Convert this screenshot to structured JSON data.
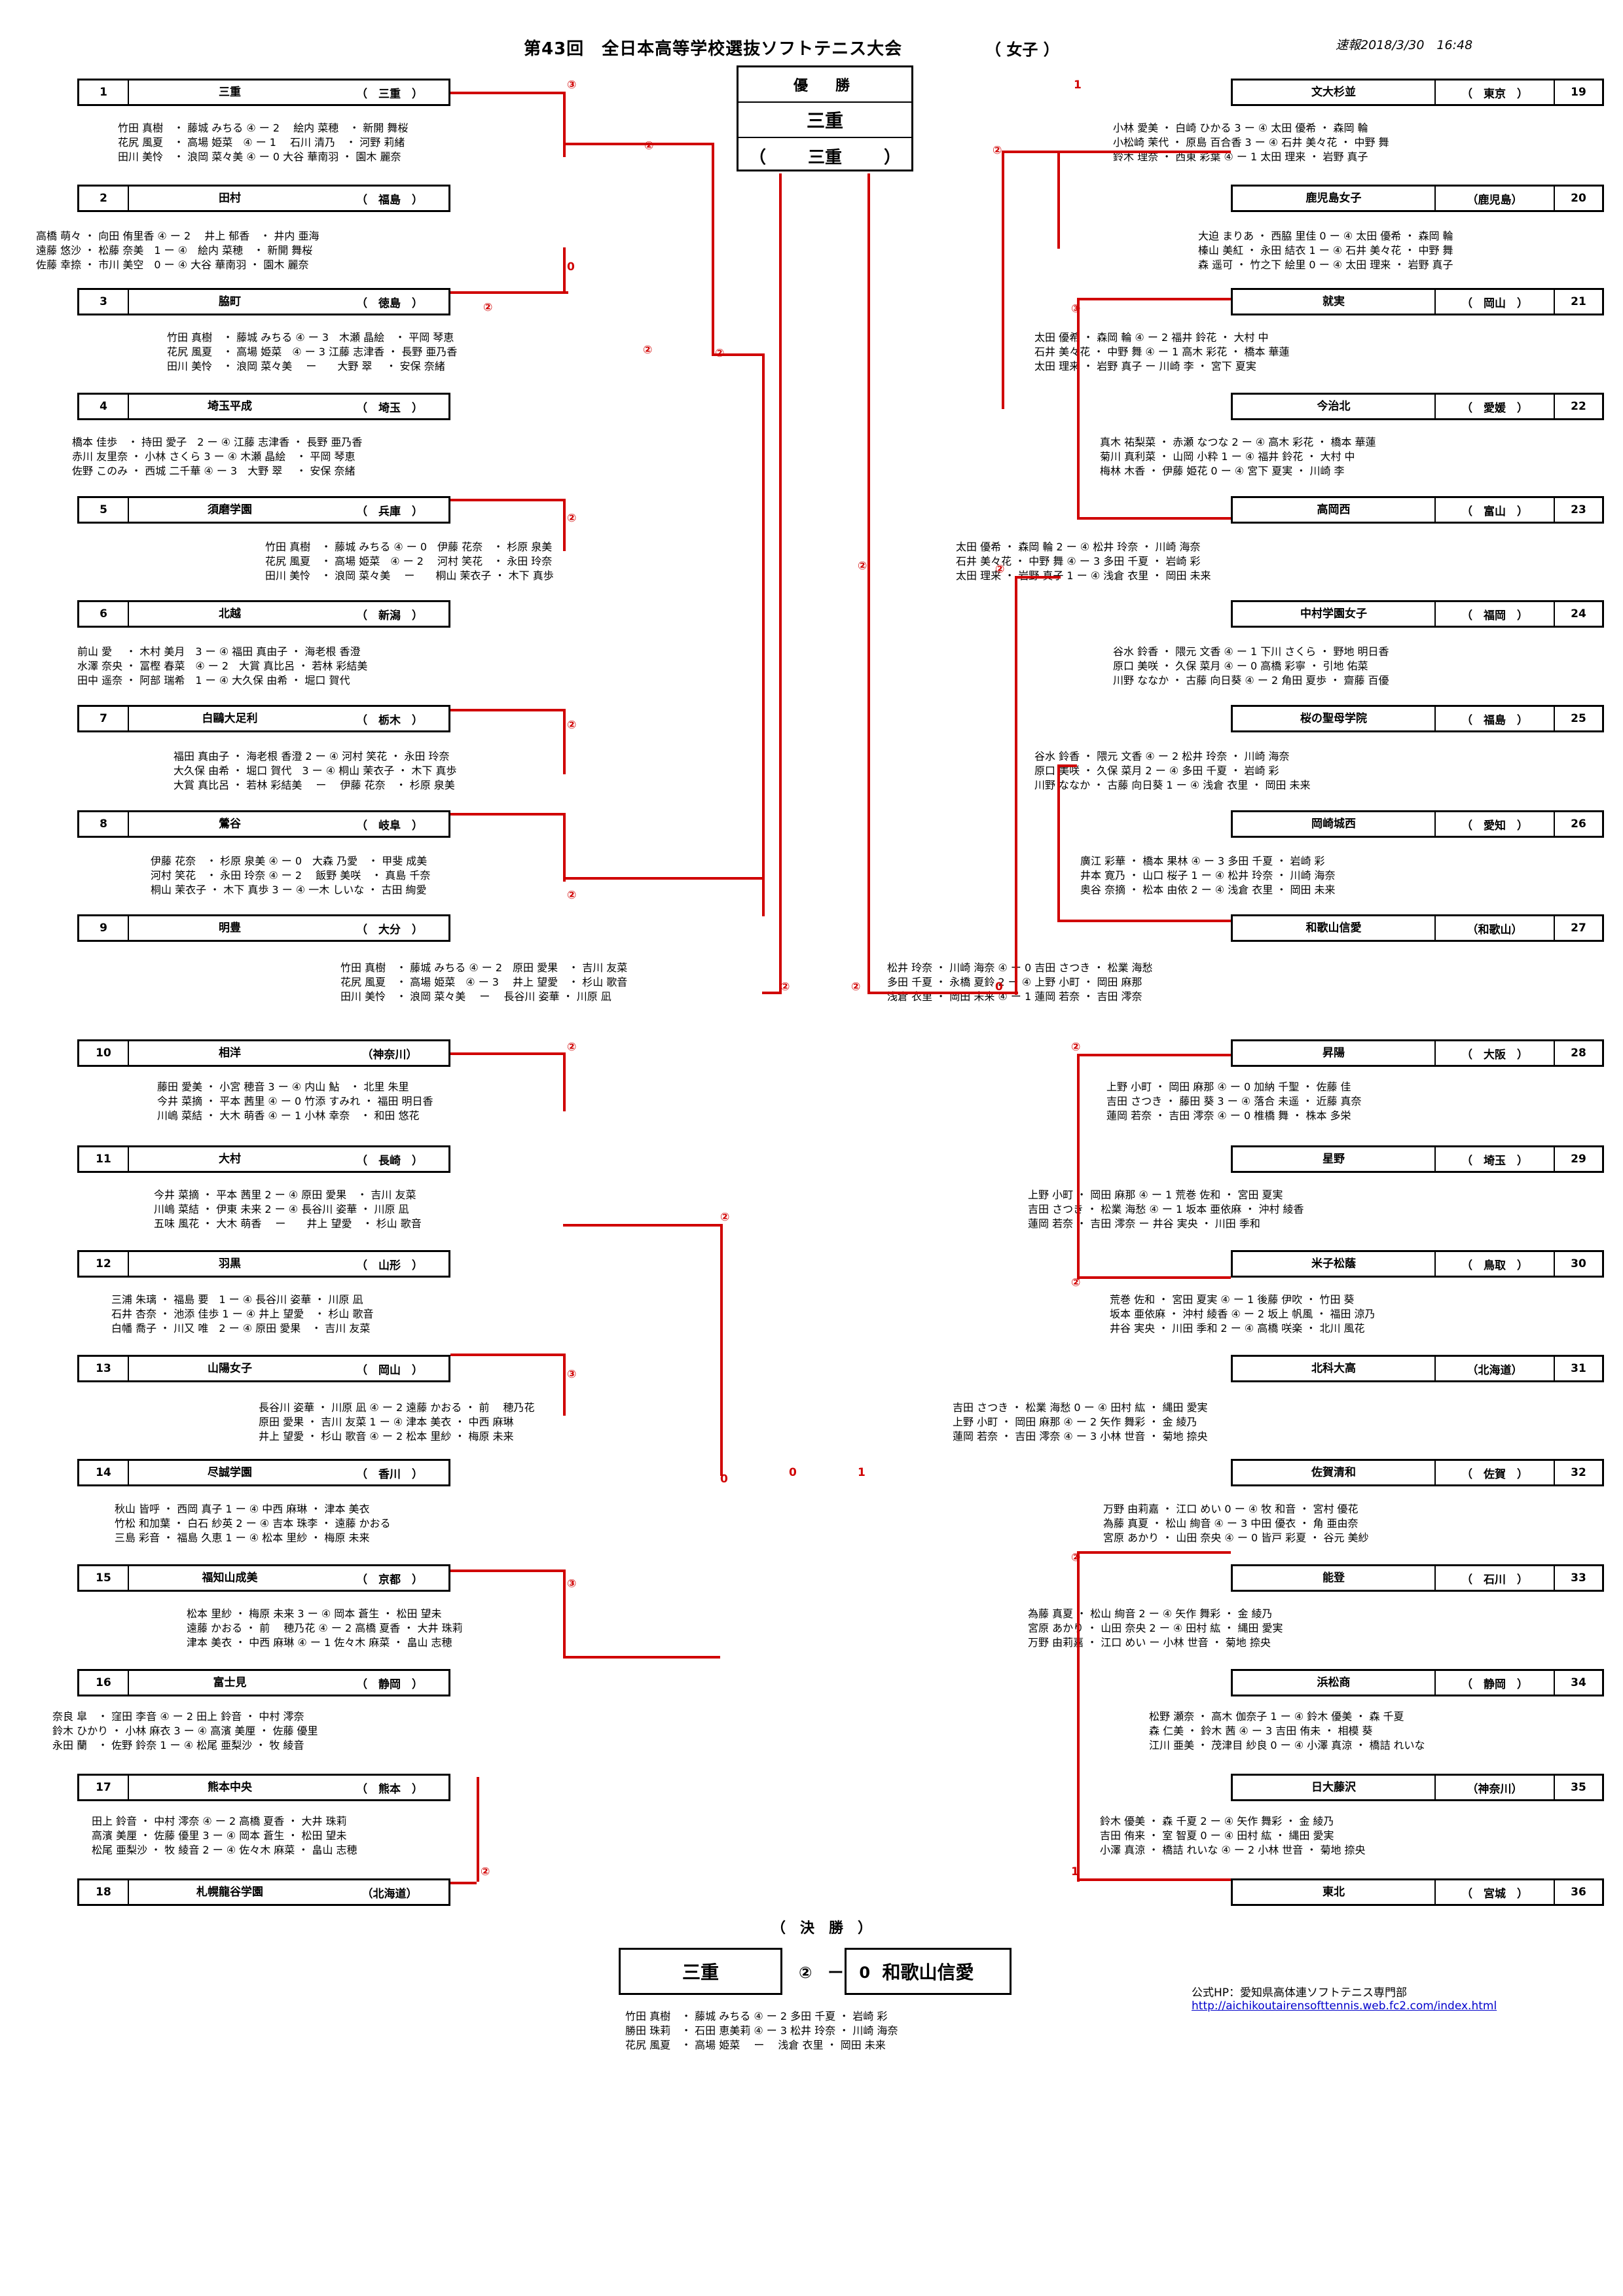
{
  "header": {
    "title": "第43回　全日本高等学校選抜ソフトテニス大会",
    "division": "（ 女子 ）",
    "report": "速報2018/3/30　16:48"
  },
  "champion": {
    "heading": "優　勝",
    "winner": "三重",
    "pref_open": "（",
    "pref": "三重",
    "pref_close": "）"
  },
  "left_teams": [
    {
      "num": "1",
      "name": "三重",
      "pref": "（　三重　）"
    },
    {
      "num": "2",
      "name": "田村",
      "pref": "（　福島　）"
    },
    {
      "num": "3",
      "name": "脇町",
      "pref": "（　徳島　）"
    },
    {
      "num": "4",
      "name": "埼玉平成",
      "pref": "（　埼玉　）"
    },
    {
      "num": "5",
      "name": "須磨学園",
      "pref": "（　兵庫　）"
    },
    {
      "num": "6",
      "name": "北越",
      "pref": "（　新潟　）"
    },
    {
      "num": "7",
      "name": "白鷗大足利",
      "pref": "（　栃木　）"
    },
    {
      "num": "8",
      "name": "鶯谷",
      "pref": "（　岐阜　）"
    },
    {
      "num": "9",
      "name": "明豊",
      "pref": "（　大分　）"
    },
    {
      "num": "10",
      "name": "相洋",
      "pref": "（神奈川）"
    },
    {
      "num": "11",
      "name": "大村",
      "pref": "（　長崎　）"
    },
    {
      "num": "12",
      "name": "羽黒",
      "pref": "（　山形　）"
    },
    {
      "num": "13",
      "name": "山陽女子",
      "pref": "（　岡山　）"
    },
    {
      "num": "14",
      "name": "尽誠学園",
      "pref": "（　香川　）"
    },
    {
      "num": "15",
      "name": "福知山成美",
      "pref": "（　京都　）"
    },
    {
      "num": "16",
      "name": "富士見",
      "pref": "（　静岡　）"
    },
    {
      "num": "17",
      "name": "熊本中央",
      "pref": "（　熊本　）"
    },
    {
      "num": "18",
      "name": "札幌龍谷学園",
      "pref": "（北海道）"
    }
  ],
  "right_teams": [
    {
      "num": "19",
      "name": "文大杉並",
      "pref": "（　東京　）"
    },
    {
      "num": "20",
      "name": "鹿児島女子",
      "pref": "（鹿児島）"
    },
    {
      "num": "21",
      "name": "就実",
      "pref": "（　岡山　）"
    },
    {
      "num": "22",
      "name": "今治北",
      "pref": "（　愛媛　）"
    },
    {
      "num": "23",
      "name": "高岡西",
      "pref": "（　富山　）"
    },
    {
      "num": "24",
      "name": "中村学園女子",
      "pref": "（　福岡　）"
    },
    {
      "num": "25",
      "name": "桜の聖母学院",
      "pref": "（　福島　）"
    },
    {
      "num": "26",
      "name": "岡崎城西",
      "pref": "（　愛知　）"
    },
    {
      "num": "27",
      "name": "和歌山信愛",
      "pref": "（和歌山）"
    },
    {
      "num": "28",
      "name": "昇陽",
      "pref": "（　大阪　）"
    },
    {
      "num": "29",
      "name": "星野",
      "pref": "（　埼玉　）"
    },
    {
      "num": "30",
      "name": "米子松蔭",
      "pref": "（　鳥取　）"
    },
    {
      "num": "31",
      "name": "北科大高",
      "pref": "（北海道）"
    },
    {
      "num": "32",
      "name": "佐賀清和",
      "pref": "（　佐賀　）"
    },
    {
      "num": "33",
      "name": "能登",
      "pref": "（　石川　）"
    },
    {
      "num": "34",
      "name": "浜松商",
      "pref": "（　静岡　）"
    },
    {
      "num": "35",
      "name": "日大藤沢",
      "pref": "（神奈川）"
    },
    {
      "num": "36",
      "name": "東北",
      "pref": "（　宮城　）"
    }
  ],
  "left_matches": [
    [
      "竹田 真樹　・ 藤城 みちる ④ ー 2　 絵内 菜穂　・ 新開 舞桜",
      "花尻 風夏　・ 高場 姫菜　④ ー 1　 石川 清乃　・ 河野 莉緒",
      "田川 美怜　・ 浪岡 菜々美 ④ ー 0 大谷 華南羽 ・ 園木 麗奈"
    ],
    [
      "高橋 萌々 ・ 向田 侑里香 ④ ー 2　 井上 郁香　・ 井内 亜海",
      "遠藤 悠沙 ・ 松藤 奈美　1 ー ④　絵内 菜穂　・ 新開 舞桜",
      "佐藤 幸捺 ・ 市川 美空　0 ー ④ 大谷 華南羽 ・ 園木 麗奈"
    ],
    [
      "竹田 真樹　・ 藤城 みちる ④ ー 3　木瀬 晶絵　・ 平岡 琴恵",
      "花尻 風夏　・ 高場 姫菜　④ ー 3 江藤 志津香 ・ 長野 亜乃香",
      "田川 美怜　・ 浪岡 菜々美　 ー　　大野 翠　 ・ 安保 奈緒"
    ],
    [
      "橋本 佳歩　・ 持田 愛子　2 ー ④ 江藤 志津香 ・ 長野 亜乃香",
      "赤川 友里奈 ・ 小林 さくら 3 ー ④ 木瀬 晶絵　・ 平岡 琴恵",
      "佐野 このみ ・ 西城 二千華 ④ ー 3　大野 翠　 ・ 安保 奈緒"
    ],
    [
      "竹田 真樹　・ 藤城 みちる ④ ー 0　伊藤 花奈　・ 杉原 泉美",
      "花尻 風夏　・ 高場 姫菜　④ ー 2　 河村 笑花　・ 永田 玲奈",
      "田川 美怜　・ 浪岡 菜々美　 ー　　桐山 茉衣子 ・ 木下 真歩"
    ],
    [
      "前山 愛　 ・ 木村 美月　3 ー ④ 福田 真由子 ・ 海老根 香澄",
      "水澤 奈央 ・ 冨樫 春菜　④ ー 2　大賞 真比呂 ・ 若林 彩結美",
      "田中 遥奈 ・ 阿部 瑞希　1 ー ④ 大久保 由希 ・ 堀口 賀代"
    ],
    [
      "福田 真由子 ・ 海老根 香澄 2 ー ④ 河村 笑花 ・ 永田 玲奈",
      "大久保 由希 ・ 堀口 賀代　3 ー ④ 桐山 茉衣子 ・ 木下 真歩",
      "大賞 真比呂 ・ 若林 彩結美　 ー　 伊藤 花奈　・ 杉原 泉美"
    ],
    [
      "伊藤 花奈　・ 杉原 泉美 ④ ー 0　大森 乃愛　・ 甲斐 成美",
      "河村 笑花　・ 永田 玲奈 ④ ー 2　 飯野 美咲　・ 真島 千奈",
      "桐山 茉衣子 ・ 木下 真歩 3 ー ④ 一木 しいな ・ 古田 絢愛"
    ],
    [
      "竹田 真樹　・ 藤城 みちる ④ ー 2　原田 愛果　・ 吉川 友菜",
      "花尻 風夏　・ 高場 姫菜　④ ー 3　 井上 望愛　・ 杉山 歌音",
      "田川 美怜　・ 浪岡 菜々美　 ー　 長谷川 姿華 ・ 川原 凪"
    ],
    [
      "藤田 愛美 ・ 小宮 穂音 3 ー ④ 内山 鮎　・ 北里 朱里",
      "今井 菜摘 ・ 平本 茜里 ④ ー 0 竹添 すみれ ・ 福田 明日香",
      "川嶋 菜結 ・ 大木 萌香 ④ ー 1 小林 幸奈　・ 和田 悠花"
    ],
    [
      "今井 菜摘 ・ 平本 茜里 2 ー ④ 原田 愛果　・ 吉川 友菜",
      "川嶋 菜結 ・ 伊東 未来 2 ー ④ 長谷川 姿華 ・ 川原 凪",
      "五味 風花 ・ 大木 萌香　 ー　　井上 望愛　・ 杉山 歌音"
    ],
    [
      "三浦 朱璃 ・ 福島 要　1 ー ④ 長谷川 姿華 ・ 川原 凪",
      "石井 杏奈 ・ 池添 佳歩 1 ー ④ 井上 望愛　・ 杉山 歌音",
      "白幡 喬子 ・ 川又 唯　2 ー ④ 原田 愛果　・ 吉川 友菜"
    ],
    [
      "長谷川 姿華 ・ 川原 凪 ④ ー 2 遠藤 かおる ・ 前　 穂乃花",
      "原田 愛果 ・ 吉川 友菜 1 ー ④ 津本 美衣 ・ 中西 麻琳",
      "井上 望愛 ・ 杉山 歌音 ④ ー 2 松本 里紗 ・ 梅原 未来"
    ],
    [
      "秋山 皆呼 ・ 西岡 真子 1 ー ④ 中西 麻琳 ・ 津本 美衣",
      "竹松 和加葉 ・ 白石 紗英 2 ー ④ 吉本 珠李 ・ 遠藤 かおる",
      "三島 彩音 ・ 福島 久恵 1 ー ④ 松本 里紗 ・ 梅原 未来"
    ],
    [
      "松本 里紗 ・ 梅原 未来 3 ー ④ 岡本 蒼生 ・ 松田 望未",
      "遠藤 かおる ・ 前　 穂乃花 ④ ー 2 高橋 夏香 ・ 大井 珠莉",
      "津本 美衣 ・ 中西 麻琳 ④ ー 1 佐々木 麻菜 ・ 畠山 志穂"
    ],
    [
      "奈良 皐　・ 窪田 李音 ④ ー 2 田上 鈴音 ・ 中村 澪奈",
      "鈴木 ひかり ・ 小林 麻衣 3 ー ④ 高濱 美厘 ・ 佐藤 優里",
      "永田 蘭　・ 佐野 鈴奈 1 ー ④ 松尾 亜梨沙 ・ 牧 綾音"
    ],
    [
      "田上 鈴音 ・ 中村 澪奈 ④ ー 2 高橋 夏香 ・ 大井 珠莉",
      "高濱 美厘 ・ 佐藤 優里 3 ー ④ 岡本 蒼生 ・ 松田 望未",
      "松尾 亜梨沙 ・ 牧 綾音 2 ー ④ 佐々木 麻菜 ・ 畠山 志穂"
    ]
  ],
  "right_matches": [
    [
      "小林 愛美 ・ 白崎 ひかる 3 ー ④ 太田 優希 ・ 森岡 輪",
      "小松崎 茉代 ・ 原島 百合香 3 ー ④ 石井 美々花 ・ 中野 舞",
      "鈴木 理奈 ・ 西東 彩葉 ④ ー 1 太田 理来 ・ 岩野 真子"
    ],
    [
      "大迫 まりあ ・ 西脇 里佳 0 ー ④ 太田 優希 ・ 森岡 輪",
      "榛山 美紅 ・ 永田 結衣 1 ー ④ 石井 美々花 ・ 中野 舞",
      "森 遥可 ・ 竹之下 絵里 0 ー ④ 太田 理来 ・ 岩野 真子"
    ],
    [
      "太田 優希 ・ 森岡 輪 ④ ー 2 福井 鈴花 ・ 大村 中",
      "石井 美々花 ・ 中野 舞 ④ ー 1 高木 彩花 ・ 橋本 華蓮",
      "太田 理来 ・ 岩野 真子 ー 川崎 李 ・ 宮下 夏実"
    ],
    [
      "真木 祐梨菜 ・ 赤瀬 なつな 2 ー ④ 高木 彩花 ・ 橋本 華蓮",
      "菊川 真利菜 ・ 山岡 小粋 1 ー ④ 福井 鈴花 ・ 大村 中",
      "梅林 木香 ・ 伊藤 姫花 0 ー ④ 宮下 夏実 ・ 川崎 李"
    ],
    [
      "太田 優希 ・ 森岡 輪 2 ー ④ 松井 玲奈 ・ 川崎 海奈",
      "石井 美々花 ・ 中野 舞 ④ ー 3 多田 千夏 ・ 岩崎 彩",
      "太田 理来 ・ 岩野 真子 1 ー ④ 浅倉 衣里 ・ 岡田 未来"
    ],
    [
      "谷水 鈴香 ・ 隈元 文香 ④ ー 1 下川 さくら ・ 野地 明日香",
      "原口 美咲 ・ 久保 菜月 ④ ー 0 高橋 彩寧 ・ 引地 佑菜",
      "川野 ななか ・ 古藤 向日葵 ④ ー 2 角田 夏歩 ・ 齋藤 百優"
    ],
    [
      "谷水 鈴香 ・ 隈元 文香 ④ ー 2 松井 玲奈 ・ 川崎 海奈",
      "原口 美咲 ・ 久保 菜月 2 ー ④ 多田 千夏 ・ 岩崎 彩",
      "川野 ななか ・ 古藤 向日葵 1 ー ④ 浅倉 衣里 ・ 岡田 未来"
    ],
    [
      "廣江 彩華 ・ 橋本 果林 ④ ー 3 多田 千夏 ・ 岩崎 彩",
      "井本 寛乃 ・ 山口 桜子 1 ー ④ 松井 玲奈 ・ 川崎 海奈",
      "奥谷 奈摘 ・ 松本 由依 2 ー ④ 浅倉 衣里 ・ 岡田 未来"
    ],
    [
      "松井 玲奈 ・ 川崎 海奈 ④ ー 0 吉田 さつき ・ 松業 海愁",
      "多田 千夏 ・ 永橋 夏鈴 2 ー ④ 上野 小町 ・ 岡田 麻那",
      "浅倉 衣里 ・ 岡田 未来 ④ ー 1 蓮岡 若奈 ・ 吉田 澪奈"
    ],
    [
      "上野 小町 ・ 岡田 麻那 ④ ー 0 加納 千聖 ・ 佐藤 佳",
      "吉田 さつき ・ 藤田 葵 3 ー ④ 落合 未遥 ・ 近藤 真奈",
      "蓮岡 若奈 ・ 吉田 澪奈 ④ ー 0 椎橋 舞 ・ 株本 多栄"
    ],
    [
      "上野 小町 ・ 岡田 麻那 ④ ー 1 荒巻 佐和 ・ 宮田 夏実",
      "吉田 さつき ・ 松業 海愁 ④ ー 1 坂本 亜依麻 ・ 沖村 綾香",
      "蓮岡 若奈 ・ 吉田 澪奈 ー 井谷 実央 ・ 川田 季和"
    ],
    [
      "荒巻 佐和 ・ 宮田 夏実 ④ ー 1 後藤 伊吹 ・ 竹田 葵",
      "坂本 亜依麻 ・ 沖村 綾香 ④ ー 2 坂上 帆風 ・ 福田 涼乃",
      "井谷 実央 ・ 川田 季和 2 ー ④ 高橋 咲楽 ・ 北川 風花"
    ],
    [
      "吉田 さつき ・ 松業 海愁 0 ー ④ 田村 紘 ・ 縄田 愛実",
      "上野 小町 ・ 岡田 麻那 ④ ー 2 矢作 舞彩 ・ 金 綾乃",
      "蓮岡 若奈 ・ 吉田 澪奈 ④ ー 3 小林 世音 ・ 菊地 捺央"
    ],
    [
      "万野 由莉嘉 ・ 江口 めい 0 ー ④ 牧 和音 ・ 宮村 優花",
      "為藤 真夏 ・ 松山 絢音 ④ ー 3 中田 優衣 ・ 角 亜由奈",
      "宮原 あかり ・ 山田 奈央 ④ ー 0 皆戸 彩夏 ・ 谷元 美紗"
    ],
    [
      "為藤 真夏 ・ 松山 絢音 2 ー ④ 矢作 舞彩 ・ 金 綾乃",
      "宮原 あかり ・ 山田 奈央 2 ー ④ 田村 紘 ・ 縄田 愛実",
      "万野 由莉嘉 ・ 江口 めい ー 小林 世音 ・ 菊地 捺央"
    ],
    [
      "松野 瀬奈 ・ 高木 伽奈子 1 ー ④ 鈴木 優美 ・ 森 千夏",
      "森 仁美 ・ 鈴木 茜 ④ ー 3 吉田 侑未 ・ 相模 葵",
      "江川 亜美 ・ 茂津目 紗良 0 ー ④ 小澤 真涼 ・ 橋詰 れいな"
    ],
    [
      "鈴木 優美 ・ 森 千夏 2 ー ④ 矢作 舞彩 ・ 金 綾乃",
      "吉田 侑来 ・ 室 智夏 0 ー ④ 田村 紘 ・ 縄田 愛実",
      "小澤 真涼 ・ 橋詰 れいな ④ ー 2 小林 世音 ・ 菊地 捺央"
    ]
  ],
  "final": {
    "heading": "（　決　勝　）",
    "left": "三重",
    "score": "②　ー　0",
    "right": "和歌山信愛",
    "matches": [
      "竹田 真樹　・ 藤城 みちる ④ ー 2 多田 千夏 ・ 岩崎 彩",
      "勝田 珠莉　・ 石田 恵美莉 ④ ー 3 松井 玲奈 ・ 川崎 海奈",
      "花尻 風夏　・ 高場 姫菜　 ー　 浅倉 衣里 ・ 岡田 未来"
    ]
  },
  "footer": {
    "label": "公式HP：愛知県高体連ソフトテニス専門部",
    "url": "http://aichikoutairensofttennis.web.fc2.com/index.html"
  }
}
